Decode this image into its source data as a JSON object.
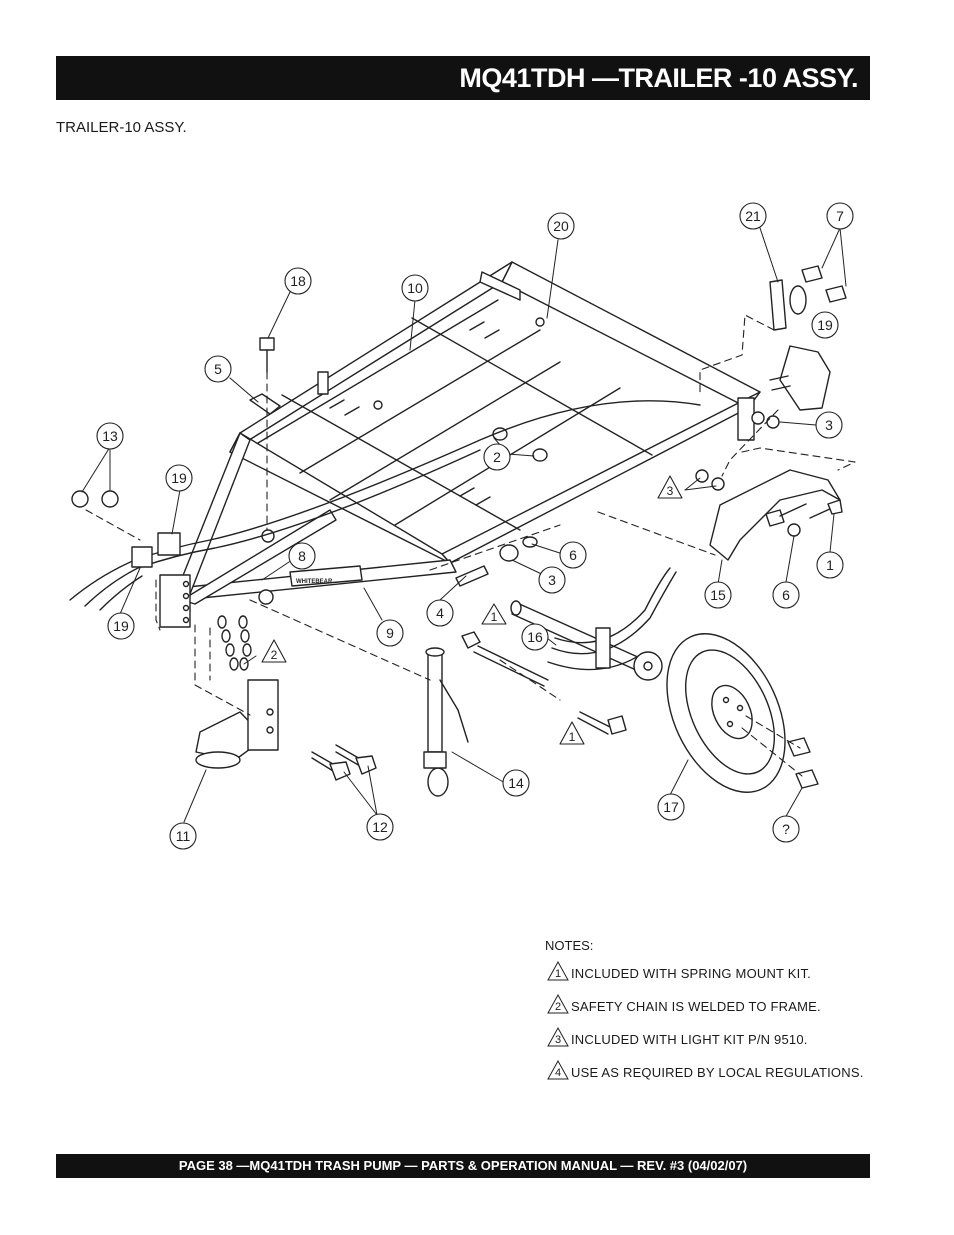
{
  "header": {
    "title": "MQ41TDH —TRAILER -10  ASSY."
  },
  "subtitle": "TRAILER-10 ASSY.",
  "callouts": {
    "c20": "20",
    "c21": "21",
    "c7": "7",
    "c18": "18",
    "c10": "10",
    "c19a": "19",
    "c5": "5",
    "c3a": "3",
    "c2": "2",
    "c13": "13",
    "c19b": "19",
    "c3b": "3",
    "c8": "8",
    "c6a": "6",
    "c1a": "1",
    "c15": "15",
    "c6b": "6",
    "c3c": "3",
    "c19c": "19",
    "c4": "4",
    "c9": "9",
    "c16": "16",
    "c14": "14",
    "c17": "17",
    "cq": "?",
    "c11": "11",
    "c12": "12"
  },
  "triangles": {
    "t1a": "1",
    "t1b": "1",
    "t2": "2",
    "t3": "3"
  },
  "plate_text": "WHITEBEAR",
  "notes": {
    "title": "NOTES:",
    "items": [
      {
        "num": "1",
        "text": "INCLUDED WITH SPRING MOUNT KIT."
      },
      {
        "num": "2",
        "text": "SAFETY CHAIN IS WELDED TO FRAME."
      },
      {
        "num": "3",
        "text": "INCLUDED WITH LIGHT KIT P/N 9510."
      },
      {
        "num": "4",
        "text": "USE AS REQUIRED BY LOCAL REGULATIONS."
      }
    ]
  },
  "footer": {
    "text": "PAGE 38 —MQ41TDH TRASH PUMP  — PARTS & OPERATION MANUAL — REV. #3 (04/02/07)"
  }
}
